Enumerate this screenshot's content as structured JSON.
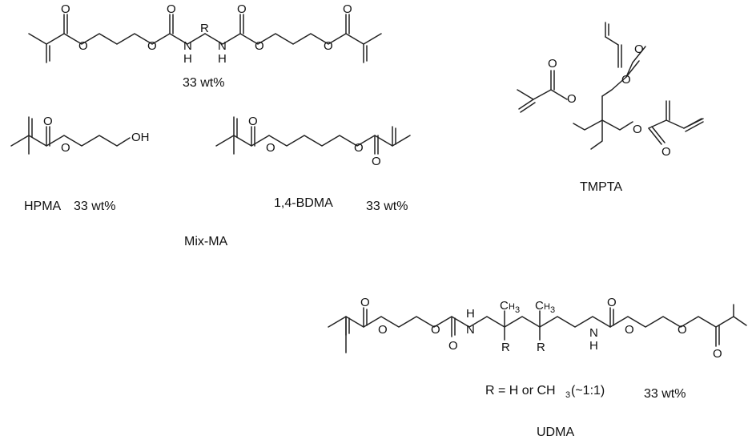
{
  "atoms": {
    "O": "O",
    "N": "N",
    "H": "H",
    "OH": "OH",
    "R": "R",
    "C": "C",
    "H3": "H",
    "three": "3"
  },
  "captions": {
    "top_wt": "33 wt%",
    "hpma": "HPMA",
    "hpma_wt": "33 wt%",
    "bdma": "1,4-BDMA",
    "bdma_wt": "33 wt%",
    "mixma": "Mix-MA",
    "tmpta": "TMPTA",
    "r_def": "R = H or CH",
    "r_def_sub": "3",
    "r_def_tail": " (~1:1)",
    "udma_wt": "33 wt%",
    "udma": "UDMA"
  }
}
